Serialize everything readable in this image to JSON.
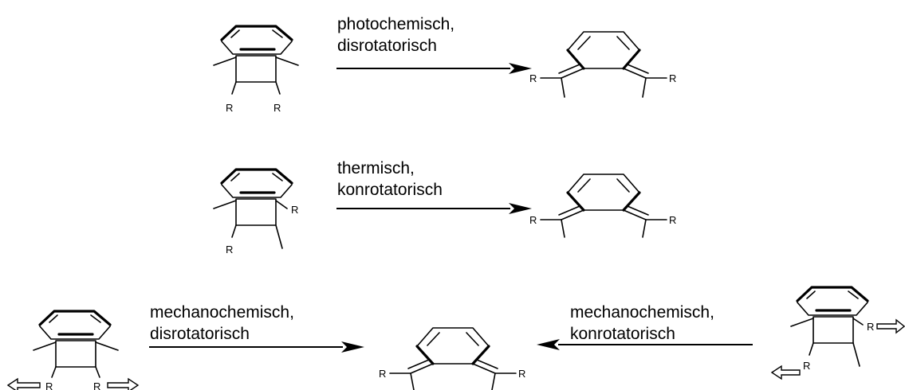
{
  "reactions": [
    {
      "id": "photo",
      "condition": [
        "photochemisch,",
        "disrotatorisch"
      ]
    },
    {
      "id": "thermal",
      "condition": [
        "thermisch,",
        "konrotatorisch"
      ]
    },
    {
      "id": "mech-dis",
      "condition": [
        "mechanochemisch,",
        "disrotatorisch"
      ]
    },
    {
      "id": "mech-con",
      "condition": [
        "mechanochemisch,",
        "konrotatorisch"
      ]
    }
  ],
  "substituent": "R",
  "colors": {
    "ink": "#000000",
    "background": "#ffffff"
  }
}
